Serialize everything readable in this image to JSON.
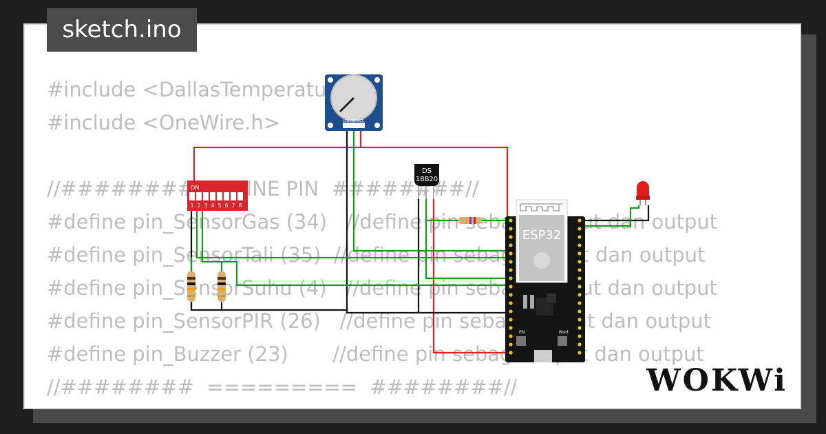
{
  "tab": {
    "title": "sketch.ino"
  },
  "code": {
    "lines": [
      "#include <DallasTemperature.h>",
      "#include <OneWire.h>",
      "",
      "//########  DEFINE PIN  ########//",
      "#define pin_SensorGas (34)   //define pin sebagai input dan output",
      "#define pin_SensorTali (35)  //define pin sebagai input dan output",
      "#define pin_SensorSuhu (4)   //define pin sebagai input dan output",
      "#define pin_SensorPIR (26)   //define pin sebagai input dan output",
      "#define pin_Buzzer (23)       //define pin sebagai input dan output",
      "//########  =========  ########//"
    ]
  },
  "components": {
    "esp32_label": "ESP32",
    "ds18b20_label": [
      "DS",
      "18B20"
    ],
    "dip_switch": {
      "on_label": "ON",
      "numbers": [
        "1",
        "2",
        "3",
        "4",
        "5",
        "6",
        "7",
        "8"
      ]
    },
    "potentiometer_pins": [
      "GND",
      "SIG",
      "VCC"
    ],
    "esp_button_labels": [
      "EN",
      "Boot"
    ]
  },
  "colors": {
    "wire_red": "#e02020",
    "wire_green": "#159a15",
    "wire_black": "#111111",
    "led": "#e21b1b",
    "dip": "#d9262c",
    "pot": "#1f4e8c"
  },
  "logo": {
    "text": "WOKWi"
  }
}
